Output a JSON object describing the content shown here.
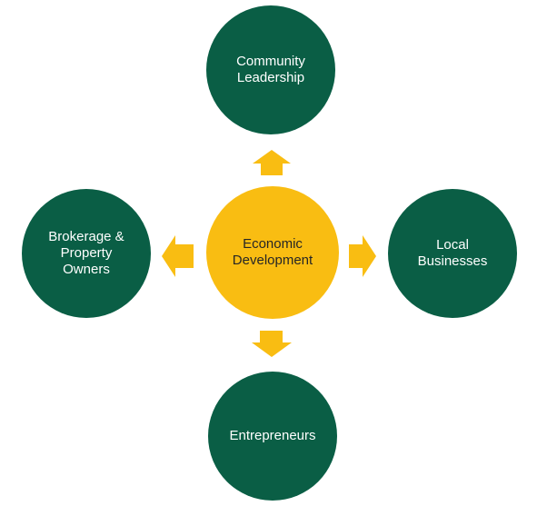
{
  "diagram": {
    "center": {
      "label": "Economic\nDevelopment"
    },
    "nodes": {
      "top": {
        "label": "Community\nLeadership"
      },
      "left": {
        "label": "Brokerage &\nProperty\nOwners"
      },
      "right": {
        "label": "Local\nBusinesses"
      },
      "bottom": {
        "label": "Entrepreneurs"
      }
    },
    "colors": {
      "outer_node": "#0a5e45",
      "center_node": "#f9bd12",
      "arrow": "#f9bd12",
      "outer_text": "#ffffff",
      "center_text": "#262626"
    }
  }
}
